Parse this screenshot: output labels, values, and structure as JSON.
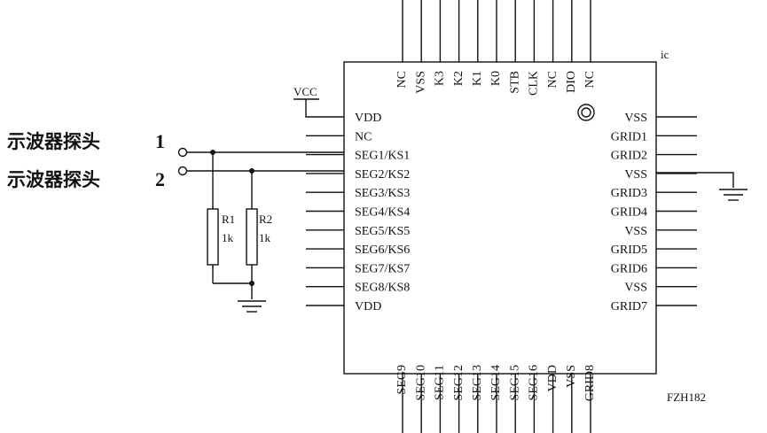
{
  "component": {
    "ref": "ic",
    "part": "FZH182"
  },
  "power": {
    "vcc": "VCC"
  },
  "probes": [
    {
      "label": "示波器探头",
      "num": "1"
    },
    {
      "label": "示波器探头",
      "num": "2"
    }
  ],
  "resistors": [
    {
      "ref": "R1",
      "value": "1k"
    },
    {
      "ref": "R2",
      "value": "1k"
    }
  ],
  "pins": {
    "left": [
      "VDD",
      "NC",
      "SEG1/KS1",
      "SEG2/KS2",
      "SEG3/KS3",
      "SEG4/KS4",
      "SEG5/KS5",
      "SEG6/KS6",
      "SEG7/KS7",
      "SEG8/KS8",
      "VDD"
    ],
    "right": [
      "VSS",
      "GRID1",
      "GRID2",
      "VSS",
      "GRID3",
      "GRID4",
      "VSS",
      "GRID5",
      "GRID6",
      "VSS",
      "GRID7"
    ],
    "top": [
      "NC",
      "VSS",
      "K3",
      "K2",
      "K1",
      "K0",
      "STB",
      "CLK",
      "NC",
      "DIO",
      "NC"
    ],
    "bottom": [
      "SEG9",
      "SEG10",
      "SEG11",
      "SEG12",
      "SEG13",
      "SEG14",
      "SEG15",
      "SEG16",
      "VDD",
      "VSS",
      "GRID8"
    ]
  }
}
